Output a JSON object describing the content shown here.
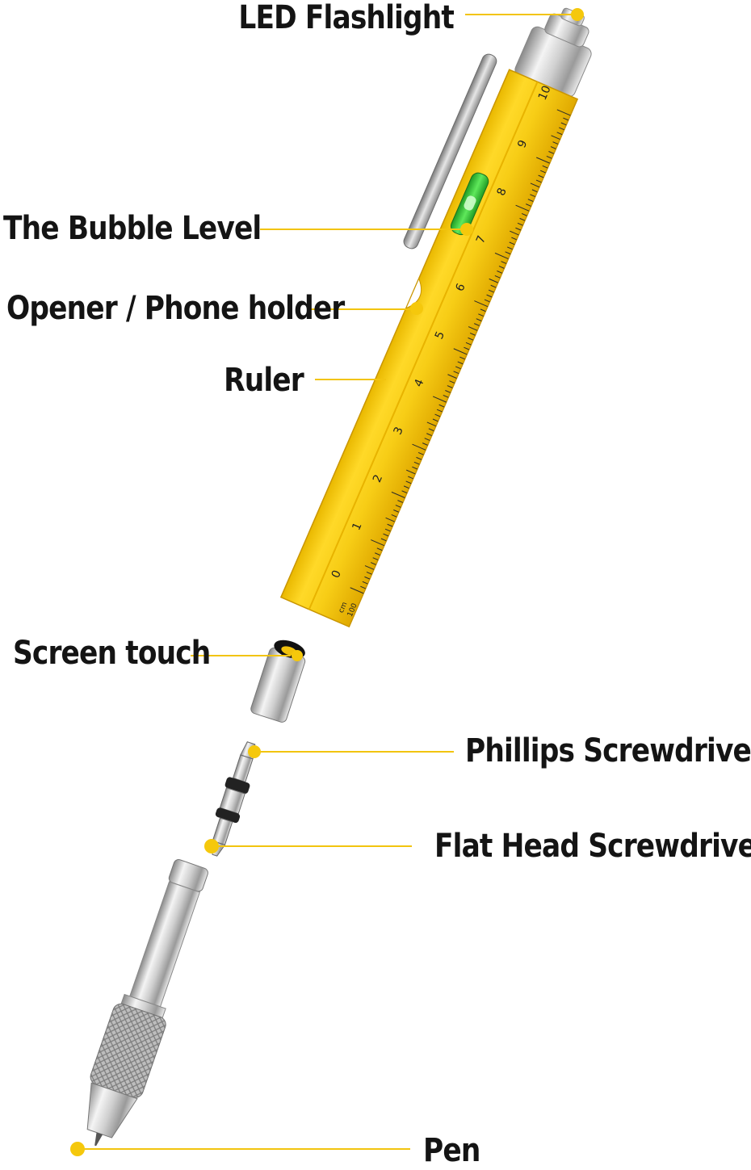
{
  "labels": {
    "led": "LED Flashlight",
    "bubble": "The Bubble Level",
    "opener": "Opener / Phone holder",
    "ruler": "Ruler",
    "screen": "Screen touch",
    "phillips": "Phillips Screwdriver",
    "flathead": "Flat Head Screwdriver",
    "pen": "Pen"
  },
  "ruler": {
    "numbers": [
      "0",
      "1",
      "2",
      "3",
      "4",
      "5",
      "6",
      "7",
      "8",
      "9",
      "10"
    ],
    "unit_top": "cm",
    "unit_bottom": "100"
  },
  "colors": {
    "pen_body": "#f7cd16",
    "leader": "#f2c40f",
    "bubble": "#39c23a",
    "metal": "#c8c8c8"
  }
}
